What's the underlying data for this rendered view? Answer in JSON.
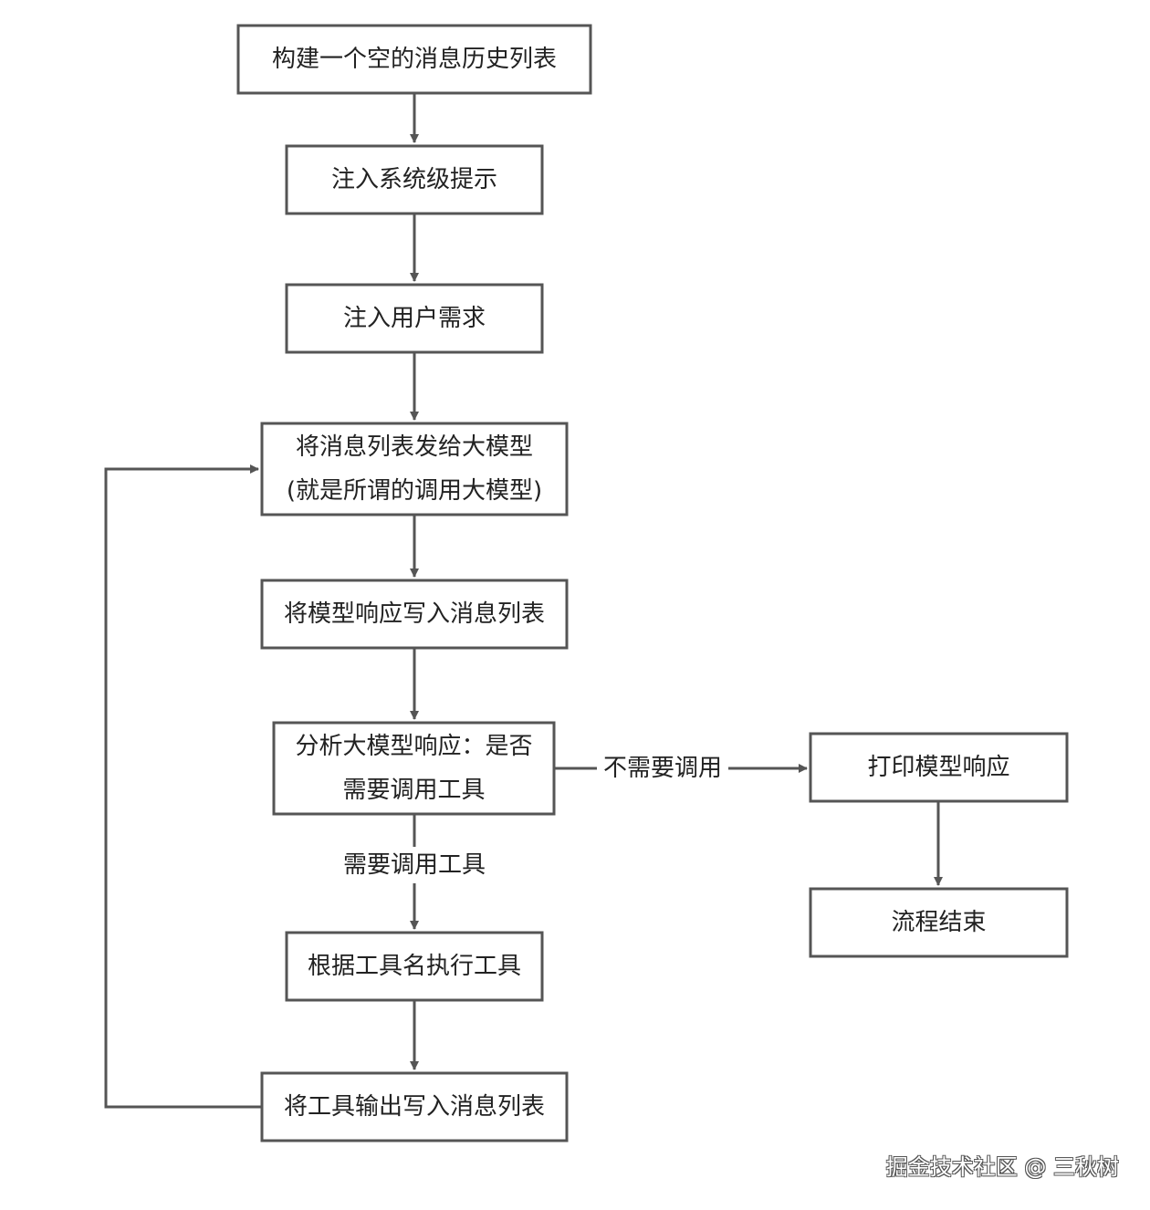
{
  "nodes": [
    {
      "id": "n1",
      "lines": [
        "构建一个空的消息历史列表"
      ]
    },
    {
      "id": "n2",
      "lines": [
        "注入系统级提示"
      ]
    },
    {
      "id": "n3",
      "lines": [
        "注入用户需求"
      ]
    },
    {
      "id": "n4",
      "lines": [
        "将消息列表发给大模型",
        "(就是所谓的调用大模型)"
      ]
    },
    {
      "id": "n5",
      "lines": [
        "将模型响应写入消息列表"
      ]
    },
    {
      "id": "n6",
      "lines": [
        "分析大模型响应：是否",
        "需要调用工具"
      ]
    },
    {
      "id": "n7",
      "lines": [
        "根据工具名执行工具"
      ]
    },
    {
      "id": "n8",
      "lines": [
        "将工具输出写入消息列表"
      ]
    },
    {
      "id": "n9",
      "lines": [
        "打印模型响应"
      ]
    },
    {
      "id": "n10",
      "lines": [
        "流程结束"
      ]
    }
  ],
  "edges": [
    {
      "from": "n1",
      "to": "n2",
      "label": ""
    },
    {
      "from": "n2",
      "to": "n3",
      "label": ""
    },
    {
      "from": "n3",
      "to": "n4",
      "label": ""
    },
    {
      "from": "n4",
      "to": "n5",
      "label": ""
    },
    {
      "from": "n5",
      "to": "n6",
      "label": ""
    },
    {
      "from": "n6",
      "to": "n7",
      "label": "需要调用工具"
    },
    {
      "from": "n7",
      "to": "n8",
      "label": ""
    },
    {
      "from": "n8",
      "to": "n4",
      "label": ""
    },
    {
      "from": "n6",
      "to": "n9",
      "label": "不需要调用"
    },
    {
      "from": "n9",
      "to": "n10",
      "label": ""
    }
  ],
  "watermark": "掘金技术社区 @ 三秋树",
  "colors": {
    "stroke": "#555555",
    "text": "#222222",
    "background": "#ffffff"
  }
}
